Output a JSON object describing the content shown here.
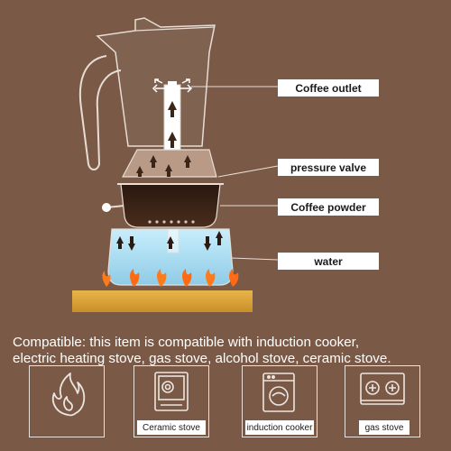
{
  "labels": {
    "coffee_outlet": "Coffee outlet",
    "pressure_valve": "pressure valve",
    "coffee_powder": "Coffee powder",
    "water": "water"
  },
  "compatibility": {
    "line1": "Compatible: this item is compatible with induction cooker,",
    "line2": "electric heating stove, gas stove, alcohol stove, ceramic stove."
  },
  "stoves": [
    {
      "icon": "flame-icon",
      "caption": ""
    },
    {
      "icon": "ceramic-stove-icon",
      "caption": "Ceramic stove"
    },
    {
      "icon": "induction-cooker-icon",
      "caption": "induction cooker"
    },
    {
      "icon": "gas-stove-icon",
      "caption": "gas stove"
    }
  ],
  "colors": {
    "background": "#7a5a47",
    "water": "#9fd8f2",
    "coffee": "#3b2418",
    "flame": "#ff7a1a",
    "base": "#d9a33a"
  }
}
